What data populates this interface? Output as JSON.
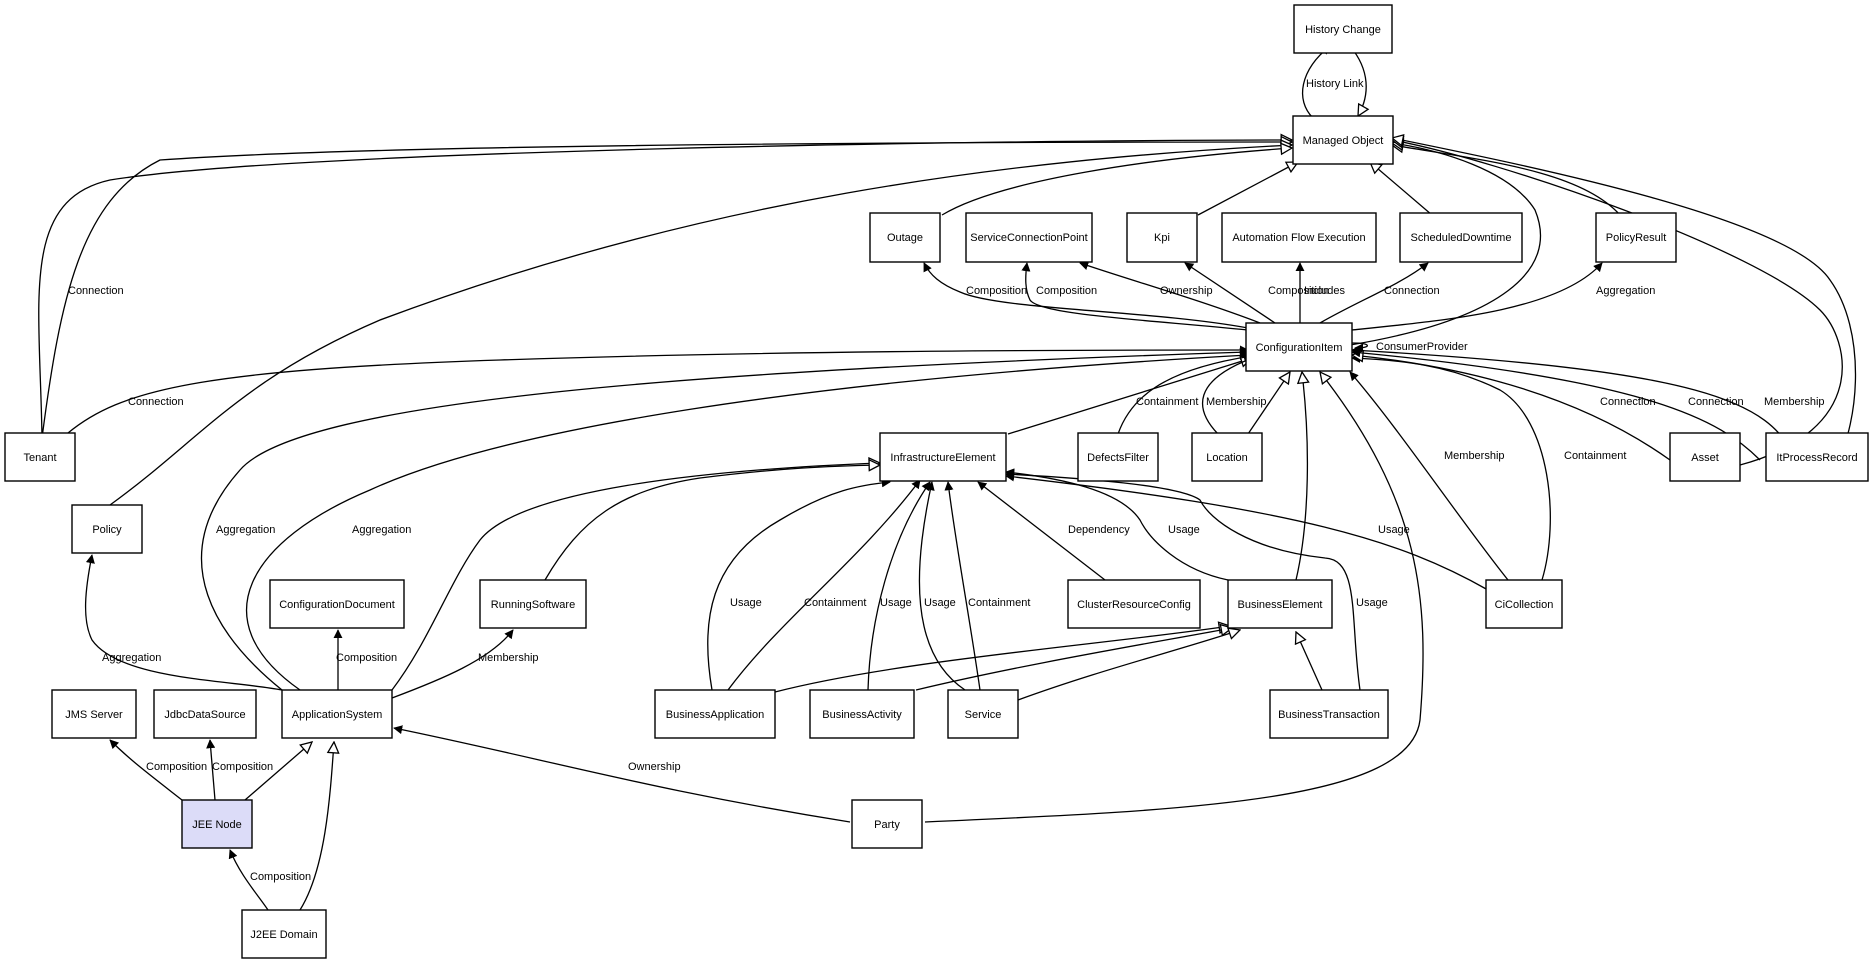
{
  "nodes": {
    "history_change": "History Change",
    "managed_object": "Managed Object",
    "outage": "Outage",
    "service_connection_point": "ServiceConnectionPoint",
    "kpi": "Kpi",
    "automation_flow_execution": "Automation Flow Execution",
    "scheduled_downtime": "ScheduledDowntime",
    "policy_result": "PolicyResult",
    "configuration_item": "ConfigurationItem",
    "tenant": "Tenant",
    "infrastructure_element": "InfrastructureElement",
    "defects_filter": "DefectsFilter",
    "location": "Location",
    "asset": "Asset",
    "it_process_record": "ItProcessRecord",
    "policy": "Policy",
    "configuration_document": "ConfigurationDocument",
    "running_software": "RunningSoftware",
    "cluster_resource_config": "ClusterResourceConfig",
    "business_element": "BusinessElement",
    "ci_collection": "CiCollection",
    "jms_server": "JMS Server",
    "jdbc_data_source": "JdbcDataSource",
    "application_system": "ApplicationSystem",
    "business_application": "BusinessApplication",
    "business_activity": "BusinessActivity",
    "service": "Service",
    "business_transaction": "BusinessTransaction",
    "jee_node": "JEE Node",
    "party": "Party",
    "j2ee_domain": "J2EE Domain"
  },
  "edge_labels": {
    "history_link": "History Link",
    "tenant_mo_connection": "Connection",
    "outage_composition": "Composition",
    "scp_composition": "Composition",
    "ownership": "Ownership",
    "kpi_composition": "Composition",
    "includes": "Includes",
    "sd_connection": "Connection",
    "pr_aggregation": "Aggregation",
    "consumer_provider": "ConsumerProvider",
    "tenant_ci_connection": "Connection",
    "containment": "Containment",
    "location_membership": "Membership",
    "asset_connection": "Connection",
    "itpr_connection": "Connection",
    "itpr_membership": "Membership",
    "cic_membership": "Membership",
    "cic_containment": "Containment",
    "aggregation_left": "Aggregation",
    "aggregation_right": "Aggregation",
    "dependency": "Dependency",
    "be_usage": "Usage",
    "cic_usage": "Usage",
    "ba_usage": "Usage",
    "ba_containment": "Containment",
    "bact_usage": "Usage",
    "svc_usage": "Usage",
    "svc_containment": "Containment",
    "bt_usage": "Usage",
    "policy_aggregation": "Aggregation",
    "cfgdoc_composition": "Composition",
    "rs_membership": "Membership",
    "jms_composition": "Composition",
    "jdbc_composition": "Composition",
    "party_ownership": "Ownership",
    "j2ee_composition": "Composition"
  },
  "colors": {
    "highlight_node": "#dcdcf8",
    "stroke": "#000000",
    "background": "#ffffff"
  }
}
